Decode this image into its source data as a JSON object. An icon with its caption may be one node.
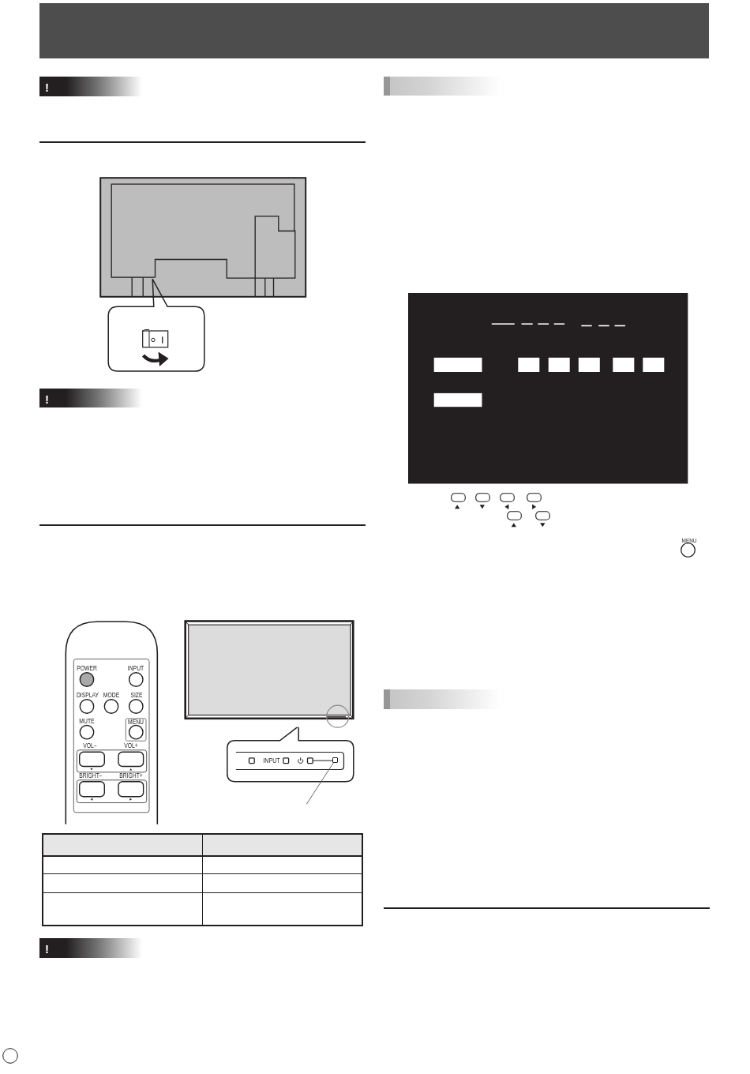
{
  "diagram": {
    "nodes": [
      {
        "text": [
          "!"
        ]
      },
      {
        "text": [
          "!"
        ]
      },
      {
        "text": [],
        "shape": "box"
      },
      {
        "text": [
          "!"
        ]
      },
      {
        "text": [],
        "shape": "bar"
      },
      {
        "text": [],
        "shape": "bar"
      }
    ],
    "edges": [
      {
        "from": null,
        "to": 2,
        "arrow": "none"
      }
    ],
    "labels": [
      "POWER",
      "INPUT",
      "DISPLAY",
      "MODE",
      "SIZE",
      "MUTE",
      "MENU",
      "VOL−",
      "VOL+",
      "BRIGHT−",
      "BRIGHT+",
      "INPUT",
      "MENU"
    ]
  }
}
